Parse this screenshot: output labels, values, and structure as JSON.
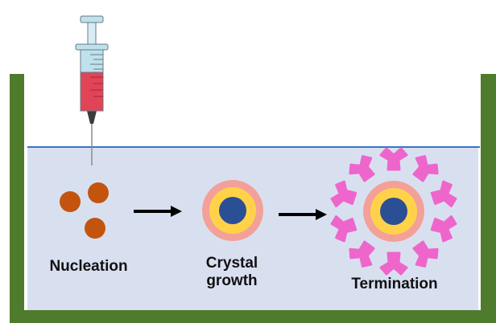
{
  "stages": {
    "nucleation": "Nucleation",
    "crystal_growth_line1": "Crystal",
    "crystal_growth_line2": "growth",
    "termination": "Termination"
  },
  "colors": {
    "container_wall": "#4f7b2c",
    "liquid": "#d8e0f0",
    "liquid_surface": "#3a73c2",
    "syringe_fluid": "#e24457",
    "syringe_barrel": "#bfe1ee",
    "nuclei": "#c3540e",
    "core": "#2b4f94",
    "inner_shell": "#ffd24a",
    "outer_shell": "#f3a099",
    "ligand": "#ee66cc",
    "arrow": "#000000"
  },
  "icons": [
    "syringe-icon",
    "nucleus-particle-icon",
    "core-shell-particle-icon",
    "ligand-icon",
    "right-arrow-icon"
  ]
}
